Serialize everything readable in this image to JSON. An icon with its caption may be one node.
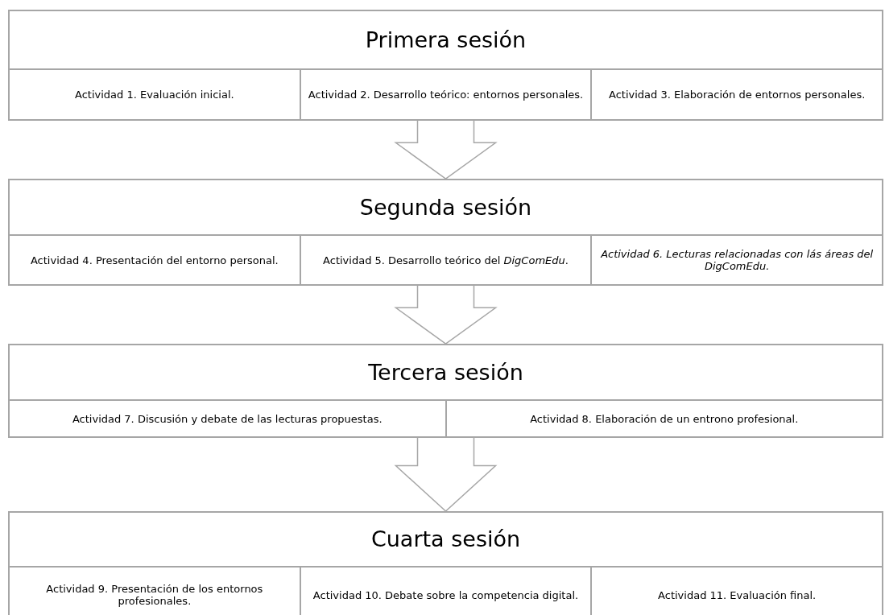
{
  "diagram": {
    "nodes": [
      {
        "text": [
          "Primera sesión"
        ]
      },
      {
        "text": [
          "Actividad 1. Evaluación inicial."
        ],
        "in": 0
      },
      {
        "text": [
          "Actividad 2.  Desarrollo teórico: entornos personales."
        ],
        "in": 0
      },
      {
        "text": [
          "Actividad 3. Elaboración de entornos personales."
        ],
        "in": 0
      },
      {
        "text": [
          "Segunda sesión"
        ]
      },
      {
        "text": [
          "Actividad 4. Presentación del entorno personal."
        ],
        "in": 4
      },
      {
        "text": [
          "Actividad 5. Desarrollo teórico del *DigComEdu*."
        ],
        "in": 4
      },
      {
        "text": [
          "*Actividad 6. Lecturas relacionadas con lás áreas del DigComEdu.*"
        ],
        "in": 4
      },
      {
        "text": [
          "Tercera sesión"
        ]
      },
      {
        "text": [
          "Actividad 7. Discusión y debate de las lecturas propuestas."
        ],
        "in": 8
      },
      {
        "text": [
          "Actividad 8. Elaboración de un entrono profesional."
        ],
        "in": 8
      },
      {
        "text": [
          "Cuarta sesión"
        ]
      },
      {
        "text": [
          "Actividad 9. Presentación de los entornos profesionales."
        ],
        "in": 11
      },
      {
        "text": [
          "Actividad 10. Debate sobre la competencia digital."
        ],
        "in": 11
      },
      {
        "text": [
          "Actividad 11. Evaluación final."
        ],
        "in": 11
      }
    ],
    "edges": [
      {
        "from": 0,
        "to": 4,
        "arrow": "to"
      },
      {
        "from": 4,
        "to": 8,
        "arrow": "to"
      },
      {
        "from": 8,
        "to": 11,
        "arrow": "to"
      }
    ]
  }
}
